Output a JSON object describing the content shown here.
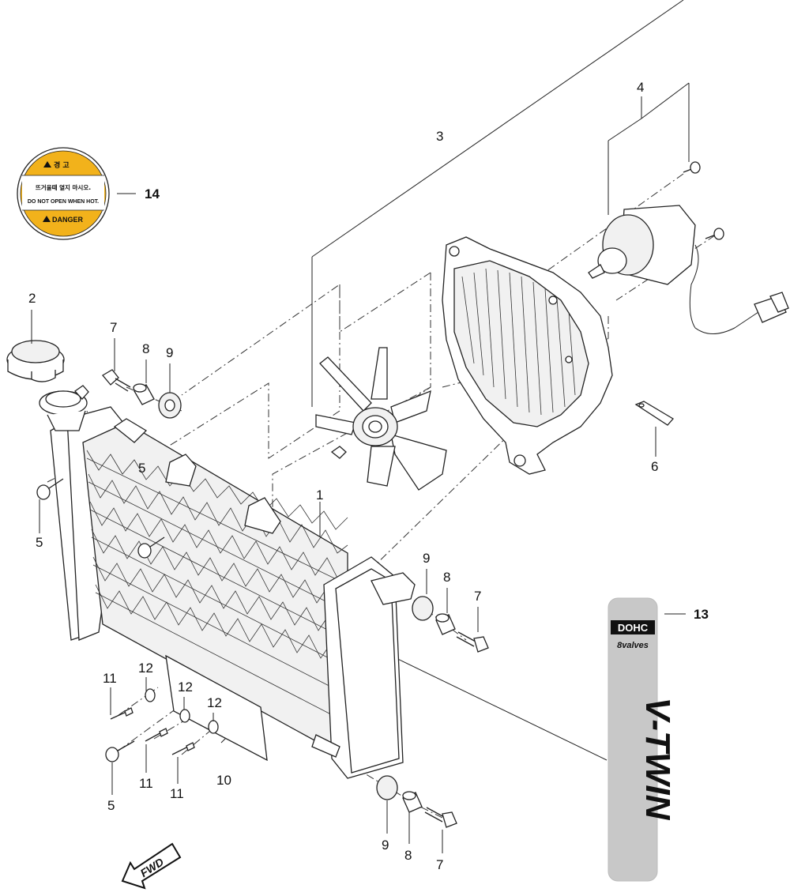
{
  "parts": {
    "p1": "1",
    "p2": "2",
    "p3": "3",
    "p4": "4",
    "p5a": "5",
    "p5b": "5",
    "p5c": "5",
    "p6": "6",
    "p7a": "7",
    "p7b": "7",
    "p7c": "7",
    "p8a": "8",
    "p8b": "8",
    "p8c": "8",
    "p9a": "9",
    "p9b": "9",
    "p9c": "9",
    "p10": "10",
    "p11a": "11",
    "p11b": "11",
    "p11c": "11",
    "p12a": "12",
    "p12b": "12",
    "p12c": "12",
    "p13": "13",
    "p14": "14"
  },
  "warning_label": {
    "top": "경 고",
    "line1": "뜨거울때 열지 마시오.",
    "line2": "DO NOT OPEN WHEN HOT.",
    "bottom": "DANGER"
  },
  "decal": {
    "badge": "DOHC",
    "sub": "8valves",
    "logo": "V-TWIN"
  },
  "fwd_label": "FWD",
  "colors": {
    "label_yellow": "#f2b21b",
    "label_black": "#111111",
    "decal_gray": "#c8c8c8"
  }
}
